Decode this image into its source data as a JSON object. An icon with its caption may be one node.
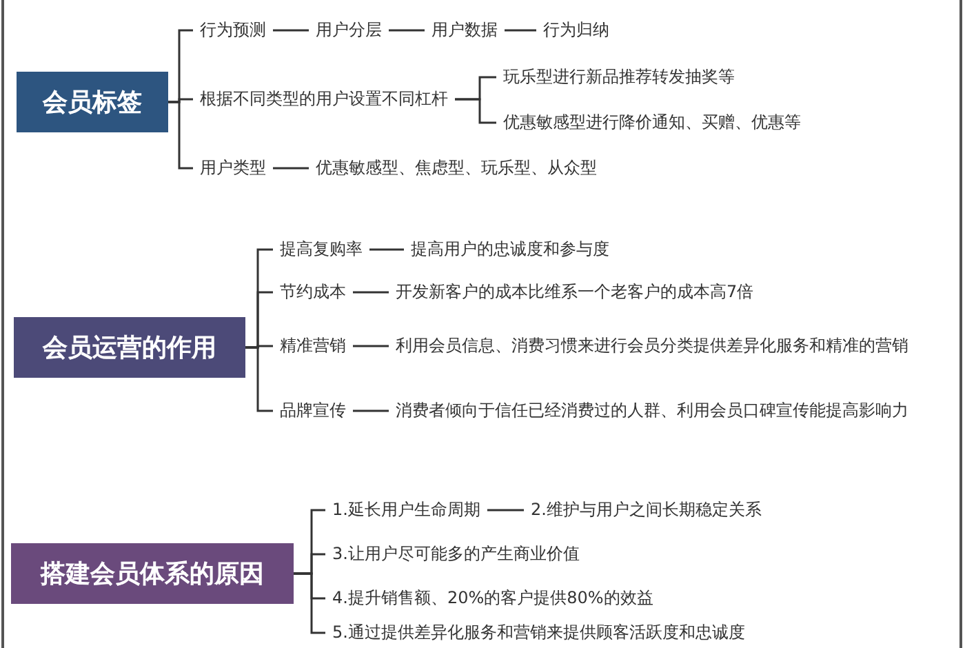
{
  "diagram": {
    "nodes": [
      {
        "text": [
          "会员标签"
        ]
      },
      {
        "text": [
          "行为预测"
        ]
      },
      {
        "text": [
          "用户分层"
        ]
      },
      {
        "text": [
          "用户数据"
        ]
      },
      {
        "text": [
          "行为归纳"
        ]
      },
      {
        "text": [
          "根据不同类型的用户设置不同杠杆"
        ]
      },
      {
        "text": [
          "玩乐型进行新品推荐转发抽奖等"
        ]
      },
      {
        "text": [
          "优惠敏感型进行降价通知、买赠、优惠等"
        ]
      },
      {
        "text": [
          "用户类型"
        ]
      },
      {
        "text": [
          "优惠敏感型、焦虑型、玩乐型、从众型"
        ]
      },
      {
        "text": [
          "会员运营的作用"
        ]
      },
      {
        "text": [
          "提高复购率"
        ]
      },
      {
        "text": [
          "提高用户的忠诚度和参与度"
        ]
      },
      {
        "text": [
          "节约成本"
        ]
      },
      {
        "text": [
          "开发新客户的成本比维系一个老客户的成本高7倍"
        ]
      },
      {
        "text": [
          "精准营销"
        ]
      },
      {
        "text": [
          "利用会员信息、消费习惯来进行会员分类提供差异化服务和精准的营销"
        ]
      },
      {
        "text": [
          "品牌宣传"
        ]
      },
      {
        "text": [
          "消费者倾向于信任已经消费过的人群、利用会员口碑宣传能提高影响力"
        ]
      },
      {
        "text": [
          "搭建会员体系的原因"
        ]
      },
      {
        "text": [
          "1.延长用户生命周期"
        ]
      },
      {
        "text": [
          "2.维护与用户之间长期稳定关系"
        ]
      },
      {
        "text": [
          "3.让用户尽可能多的产生商业价值"
        ]
      },
      {
        "text": [
          "4.提升销售额、20%的客户提供80%的效益"
        ]
      },
      {
        "text": [
          "5.通过提供差异化服务和营销来提供顾客活跃度和忠诚度"
        ]
      }
    ],
    "edges": [
      {
        "from": 0,
        "to": 1,
        "arrow": "none"
      },
      {
        "from": 0,
        "to": 5,
        "arrow": "none"
      },
      {
        "from": 0,
        "to": 8,
        "arrow": "none"
      },
      {
        "from": 1,
        "to": 2,
        "arrow": "none"
      },
      {
        "from": 2,
        "to": 3,
        "arrow": "none"
      },
      {
        "from": 3,
        "to": 4,
        "arrow": "none"
      },
      {
        "from": 5,
        "to": 6,
        "arrow": "none"
      },
      {
        "from": 5,
        "to": 7,
        "arrow": "none"
      },
      {
        "from": 8,
        "to": 9,
        "arrow": "none"
      },
      {
        "from": 10,
        "to": 11,
        "arrow": "none"
      },
      {
        "from": 10,
        "to": 13,
        "arrow": "none"
      },
      {
        "from": 10,
        "to": 15,
        "arrow": "none"
      },
      {
        "from": 10,
        "to": 17,
        "arrow": "none"
      },
      {
        "from": 11,
        "to": 12,
        "arrow": "none"
      },
      {
        "from": 13,
        "to": 14,
        "arrow": "none"
      },
      {
        "from": 15,
        "to": 16,
        "arrow": "none"
      },
      {
        "from": 17,
        "to": 18,
        "arrow": "none"
      },
      {
        "from": 19,
        "to": 20,
        "arrow": "none"
      },
      {
        "from": 19,
        "to": 22,
        "arrow": "none"
      },
      {
        "from": 19,
        "to": 23,
        "arrow": "none"
      },
      {
        "from": 19,
        "to": 24,
        "arrow": "none"
      },
      {
        "from": 20,
        "to": 21,
        "arrow": "none"
      }
    ]
  }
}
